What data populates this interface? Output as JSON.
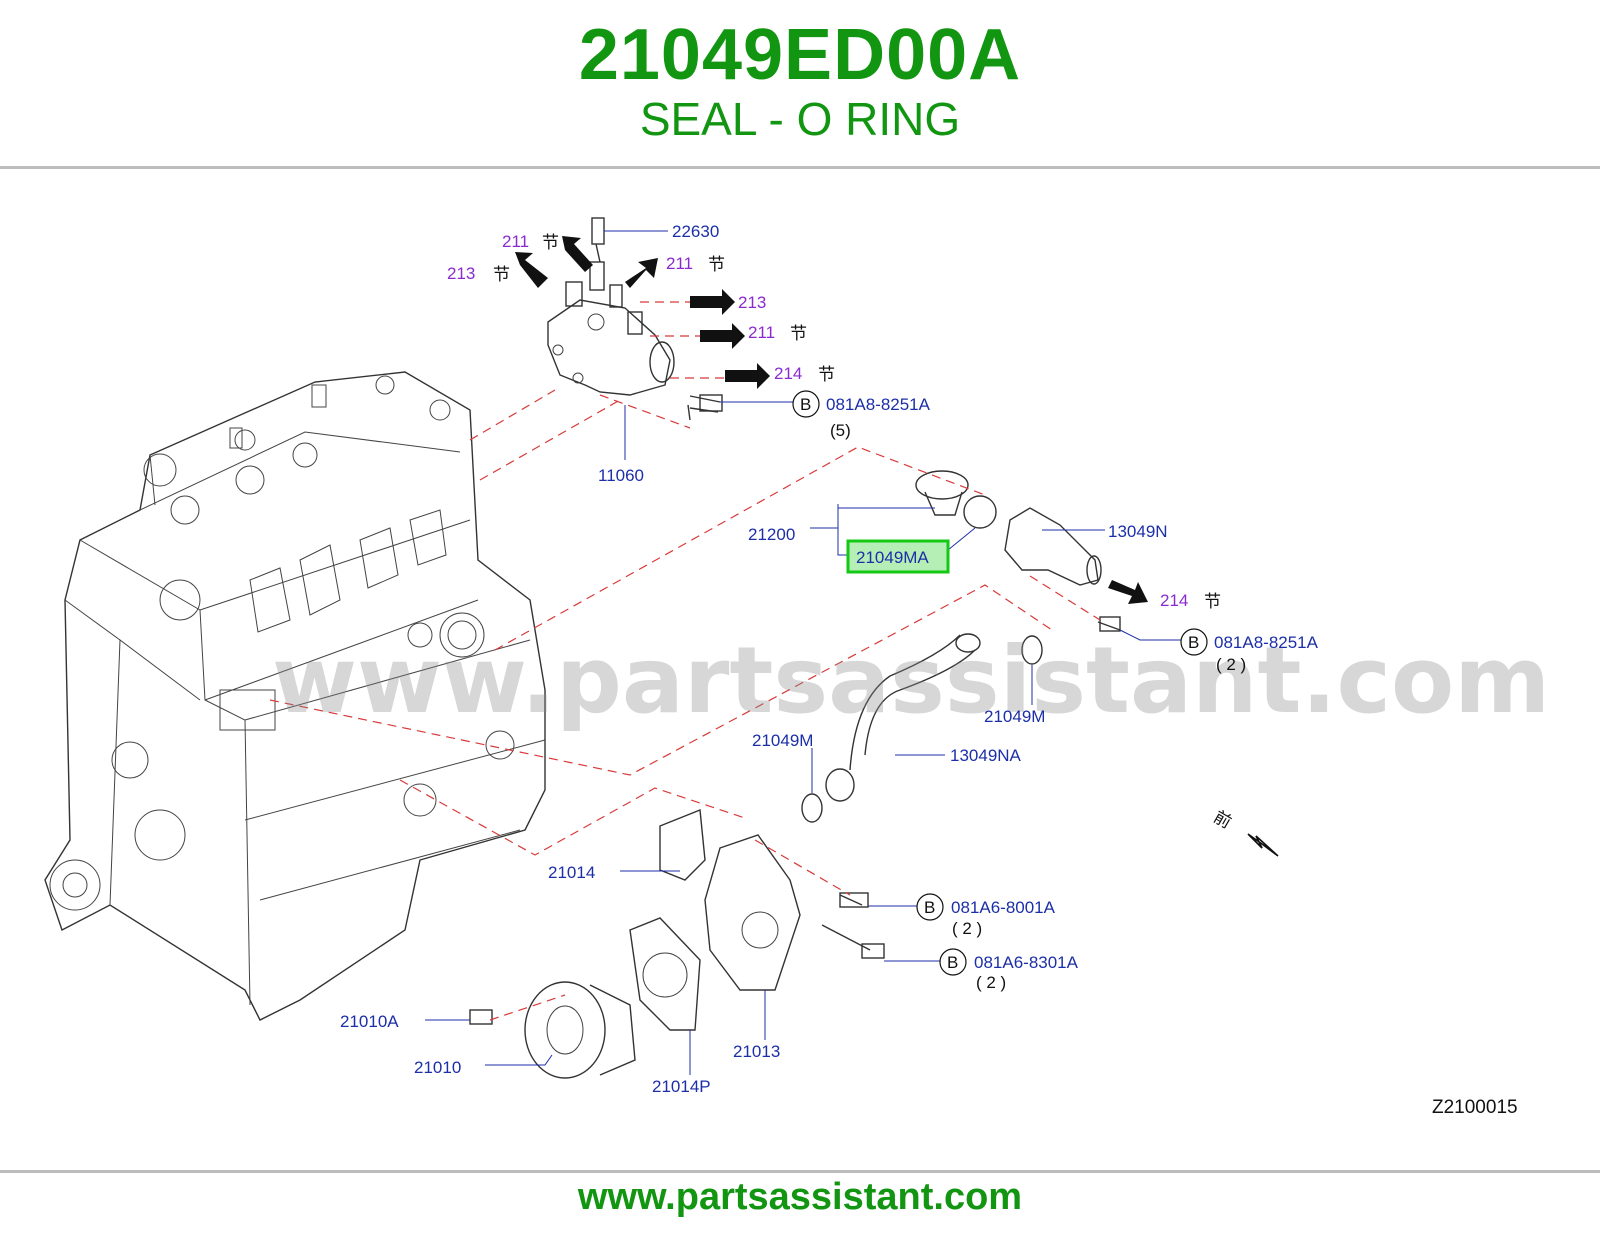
{
  "header": {
    "part_number": "21049ED00A",
    "part_description": "SEAL - O RING"
  },
  "footer": {
    "url": "www.partsassistant.com"
  },
  "watermark": "www.partsassistant.com",
  "highlight_color": "#14c814",
  "brand_color": "#129612",
  "diagram": {
    "code": "Z2100015",
    "front_mark": "前",
    "bolt_marker": "B",
    "section_mark": "节",
    "labels": {
      "p22630": "22630",
      "p11060": "11060",
      "p21200": "21200",
      "p21049MA": "21049MA",
      "p13049N": "13049N",
      "p21049M_a": "21049M",
      "p21049M_b": "21049M",
      "p13049NA": "13049NA",
      "p21014": "21014",
      "p21010A": "21010A",
      "p21010": "21010",
      "p21014P": "21014P",
      "p21013": "21013"
    },
    "refs": {
      "r211_top": "211",
      "r211_right_top": "211",
      "r213_left": "213",
      "r213_right": "213",
      "r211_right_mid": "211",
      "r214_upper": "214",
      "r214_lower": "214"
    },
    "bolts": [
      {
        "part": "081A8-8251A",
        "qty": "(5)"
      },
      {
        "part": "081A8-8251A",
        "qty": "( 2 )"
      },
      {
        "part": "081A6-8001A",
        "qty": "( 2 )"
      },
      {
        "part": "081A6-8301A",
        "qty": "( 2 )"
      }
    ]
  }
}
